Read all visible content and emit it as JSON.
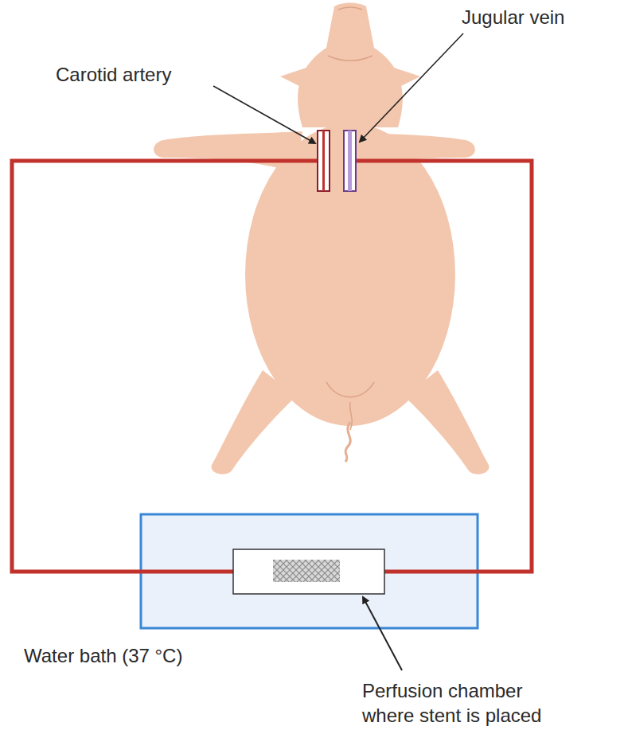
{
  "diagram": {
    "nodes": [
      {
        "text": [
          "Water bath (37 °C)"
        ]
      }
    ],
    "labels": [
      "Carotid artery",
      "Jugular vein",
      "Perfusion chamber where stent is placed"
    ]
  }
}
